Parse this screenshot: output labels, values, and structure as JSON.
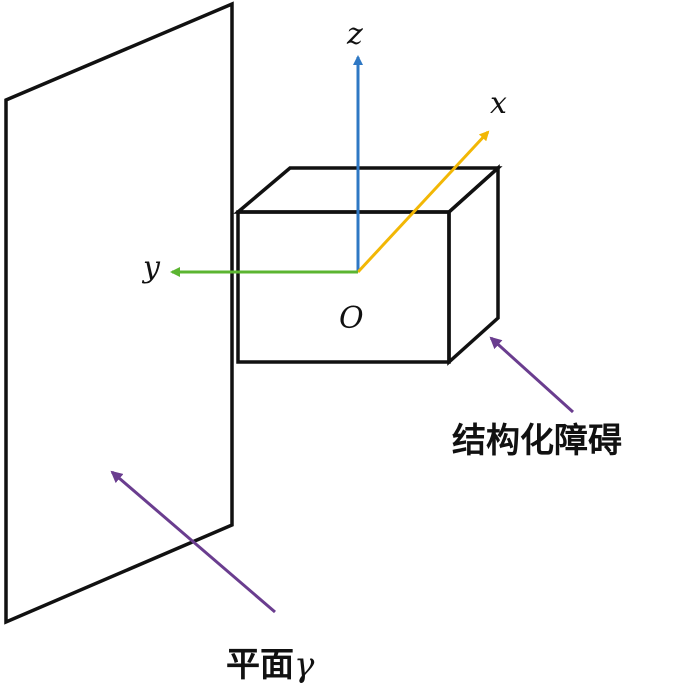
{
  "axes": {
    "z": {
      "label": "z",
      "color": "#2f78c4"
    },
    "x": {
      "label": "x",
      "color": "#f2b705"
    },
    "y": {
      "label": "y",
      "color": "#5bb531"
    },
    "origin": {
      "label": "O"
    }
  },
  "labels": {
    "obstacle": "结构化障碍",
    "plane_prefix": "平面",
    "plane_symbol": "γ"
  },
  "colors": {
    "outline": "#111111",
    "pointer": "#6a3d8f"
  }
}
